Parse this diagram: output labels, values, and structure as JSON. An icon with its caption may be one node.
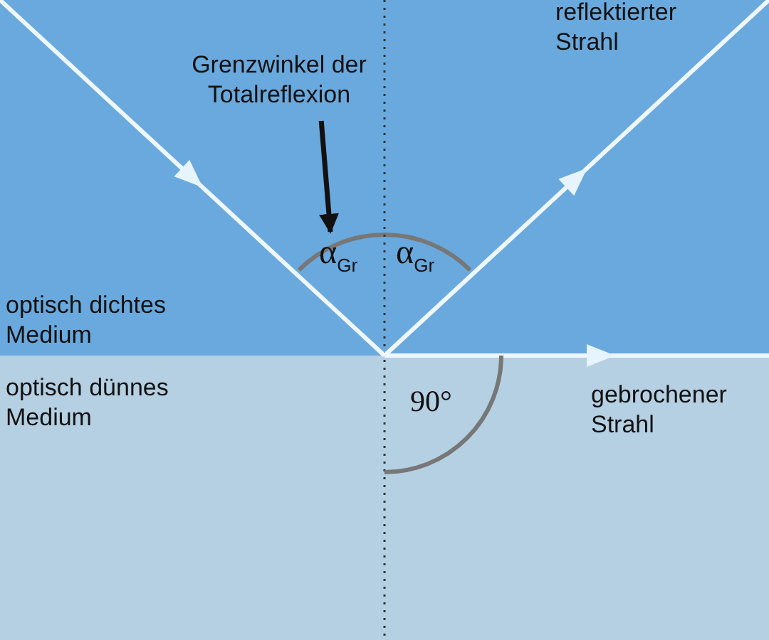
{
  "diagram": {
    "nodes": [
      {
        "text": [
          "optisch dichtes Medium"
        ]
      },
      {
        "text": [
          "optisch dünnes Medium"
        ]
      },
      {
        "text": [
          "Grenzwinkel der Totalreflexion"
        ],
        "in": 0
      },
      {
        "text": [],
        "shape": "arc",
        "in": 0
      }
    ],
    "edges": [
      {
        "from": 2,
        "to": 3,
        "arrow": "to"
      }
    ],
    "labels": [
      "reflektierter Strahl",
      "α$_{Gr}$",
      "α$_{Gr}$",
      "90°",
      "gebrochener Strahl"
    ]
  }
}
